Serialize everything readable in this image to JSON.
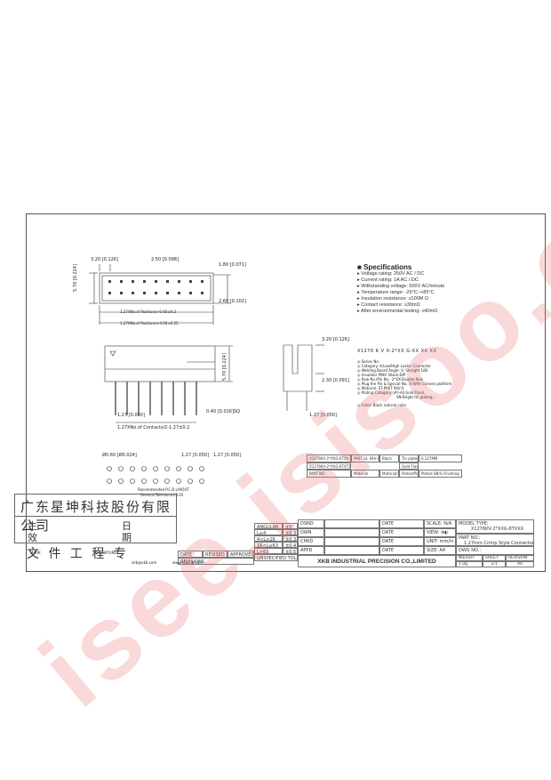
{
  "colors": {
    "watermark": "#e87878",
    "line": "#333333"
  },
  "front_view": {
    "dims": [
      "3.20 [0.126]",
      "2.50 [0.098]",
      "1.80 [0.071]",
      "5.70 [0.224]",
      "2.60 [0.102]"
    ],
    "pitch1": "1.27XNo.of Positions+0.60±0.2",
    "pitch2": "1.27XNo.of Positions+3.00±0.25"
  },
  "side_view": {
    "dim_height": "5.70 [0.224]",
    "dim_pitch": "1.27 [0.050]",
    "dim_pin": "0.40 [0.016]SQ",
    "dim_total": "1.27XNo.of Contacts/2-1.27±0.2"
  },
  "right_view": {
    "dim_top": "3.20 [0.126]",
    "dim_mid": "2.30 [0.091]",
    "dim_bottom": "1.27 [0.050]"
  },
  "pcb_layout": {
    "dim_hole": "Ø0.60 [Ø0.024]",
    "dim_pitch_a": "1.27 [0.050]",
    "dim_pitch_b": "1.27 [0.050]",
    "note1": "Recommended P.C.B LAYOUT",
    "note2": "General Tolerance±0.05"
  },
  "specifications": {
    "title": "Specifications",
    "items": [
      "Voltage rating: 250V AC / DC",
      "Current rating: 1A  AC / DC",
      "Withstanding voltage: 500V AC/minute",
      "Temperature range: -25°C~+85°C",
      "Insulation resistance: ≥100M Ω",
      "Contact resistance: ≤30mΩ",
      "After environmental testing: ≤40mΩ"
    ],
    "part_code": "X1276 K V X-2*XX G-XX XX XX",
    "code_lines": [
      "Series No.",
      "Category: K-Low/High Luster Connector",
      "Welding Board Angle: V- Straight 180",
      "Insulator PINV: Black-DIP",
      "Row No./Pin No.: 2*XX-Double Row",
      "Plug the Pin & Special No.: 6-With Convex platform",
      "Material: ST-PA6T 94V-0",
      "Plating Category: VFI-All Gold Flash,",
      "SN-Bright tin plating ;",
      "Color: Black natural color"
    ]
  },
  "material_table": {
    "rows": [
      [
        "X1276KV-2*XXG-6TXX",
        "PA6T  UL 94V-0",
        "Black",
        "Tin plated",
        "0.127MM"
      ],
      [
        "X1276KV-2*XXG-6TXT1",
        "",
        "",
        "Gold Flash",
        ""
      ],
      [
        "PART NO.",
        "Material",
        "Material/Pins",
        "Plated/Pins",
        "Plated  SN/G Finishing"
      ]
    ]
  },
  "company_stamp": {
    "name_cn": "广东星坤科技股份有限公司",
    "row2_left": "生",
    "row2_mid": "日",
    "row3_left": "效",
    "row3_mid": "期",
    "row4": "文 件 工 程 专",
    "small_left": "MARK",
    "small_mid": "SIGNATURE",
    "email": "xkb@xkb.com",
    "website": "www.fedcob.com"
  },
  "revision_block": {
    "headers": [
      "DATE",
      "REVISED",
      "APPROVED"
    ],
    "footer_left": "REVISIONS",
    "footer_mid": "UNSPECIFIED TOLERANCES",
    "tolerances": [
      [
        "ANGULAR",
        "±5°"
      ],
      [
        "L≤4",
        "±0.3"
      ],
      [
        "4<L≤16",
        "±0.3"
      ],
      [
        "16<L≤63",
        "±0.4"
      ],
      [
        "L>63",
        "±0.5"
      ]
    ]
  },
  "title_block": {
    "labels_left": [
      "DSND",
      "DWN",
      "CHKD",
      "APPD"
    ],
    "labels_date": [
      "DATE",
      "DATE",
      "DATE",
      "DATE"
    ],
    "scale": "SCALE: N/A",
    "view": "VIEW:",
    "unit": "UNIT: mm/in",
    "size": "SIZE: A4",
    "model_type_label": "MODEL TYPE:",
    "model_type": "X1276KV-2*XXG-6TXXX",
    "part_no_label": "PART NO.:",
    "part_no": "1.27mm Crimp Style Connector",
    "dwg_no_label": "DWG NO.:",
    "company": "XKB INDUSTRIAL PRECISION CO.,LIMITED",
    "bottom_headers": [
      "WEIGHT",
      "SHEET",
      "REVISION"
    ],
    "bottom_values": [
      "1.0g",
      "1/1",
      "A0"
    ]
  },
  "watermark": {
    "text": "isee.isisoo.com"
  }
}
